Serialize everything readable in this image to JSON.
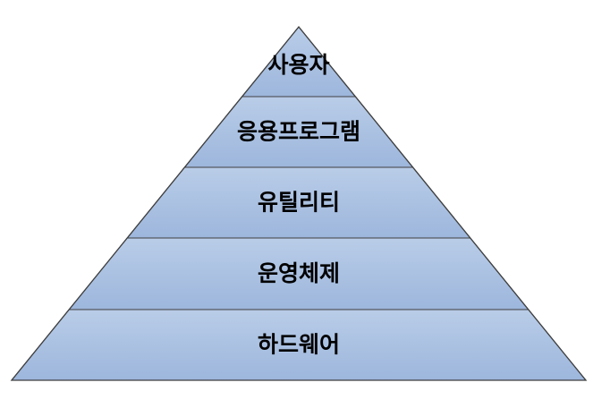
{
  "diagram": {
    "layers": [
      {
        "label": "사용자"
      },
      {
        "label": "응용프로그램"
      },
      {
        "label": "유틸리티"
      },
      {
        "label": "운영체제"
      },
      {
        "label": "하드웨어"
      }
    ]
  },
  "colors": {
    "fill_top": "#b9cde8",
    "fill_bottom": "#9db6dc",
    "outline": "#3f3f3f",
    "text": "#000000"
  }
}
